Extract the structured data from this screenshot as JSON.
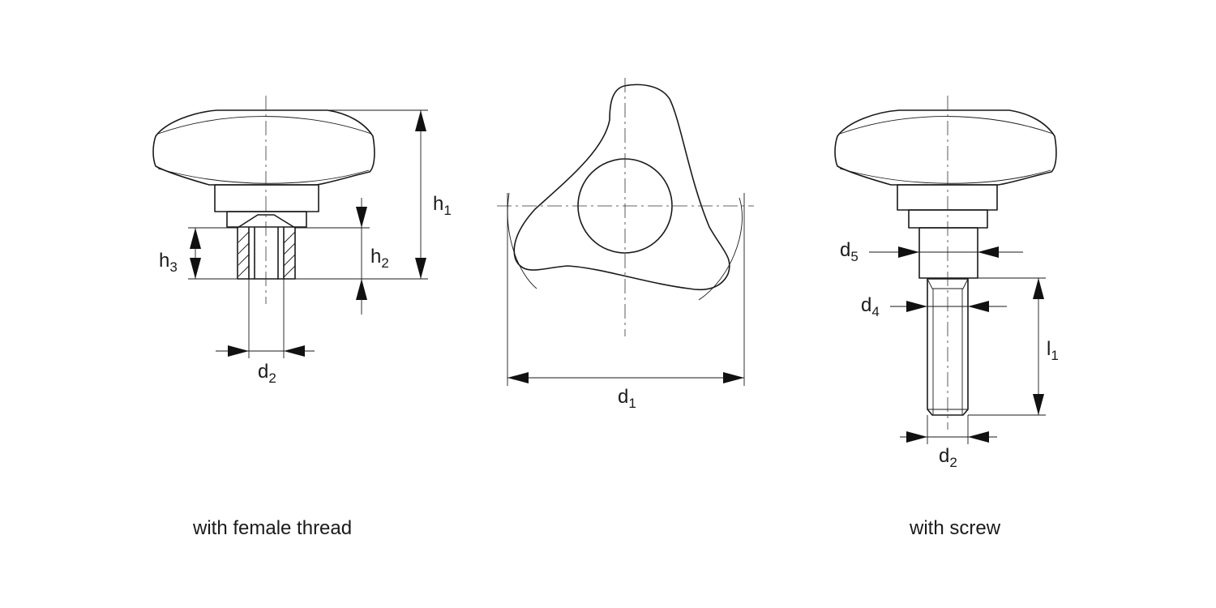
{
  "views": {
    "female": {
      "caption": "with female thread",
      "dims": {
        "h1": {
          "base": "h",
          "sub": "1"
        },
        "h2": {
          "base": "h",
          "sub": "2"
        },
        "h3": {
          "base": "h",
          "sub": "3"
        },
        "d2": {
          "base": "d",
          "sub": "2"
        }
      }
    },
    "top": {
      "dims": {
        "d1": {
          "base": "d",
          "sub": "1"
        }
      }
    },
    "screw": {
      "caption": "with screw",
      "dims": {
        "d5": {
          "base": "d",
          "sub": "5"
        },
        "d4": {
          "base": "d",
          "sub": "4"
        },
        "l1": {
          "base": "l",
          "sub": "1"
        },
        "d2": {
          "base": "d",
          "sub": "2"
        }
      }
    }
  }
}
